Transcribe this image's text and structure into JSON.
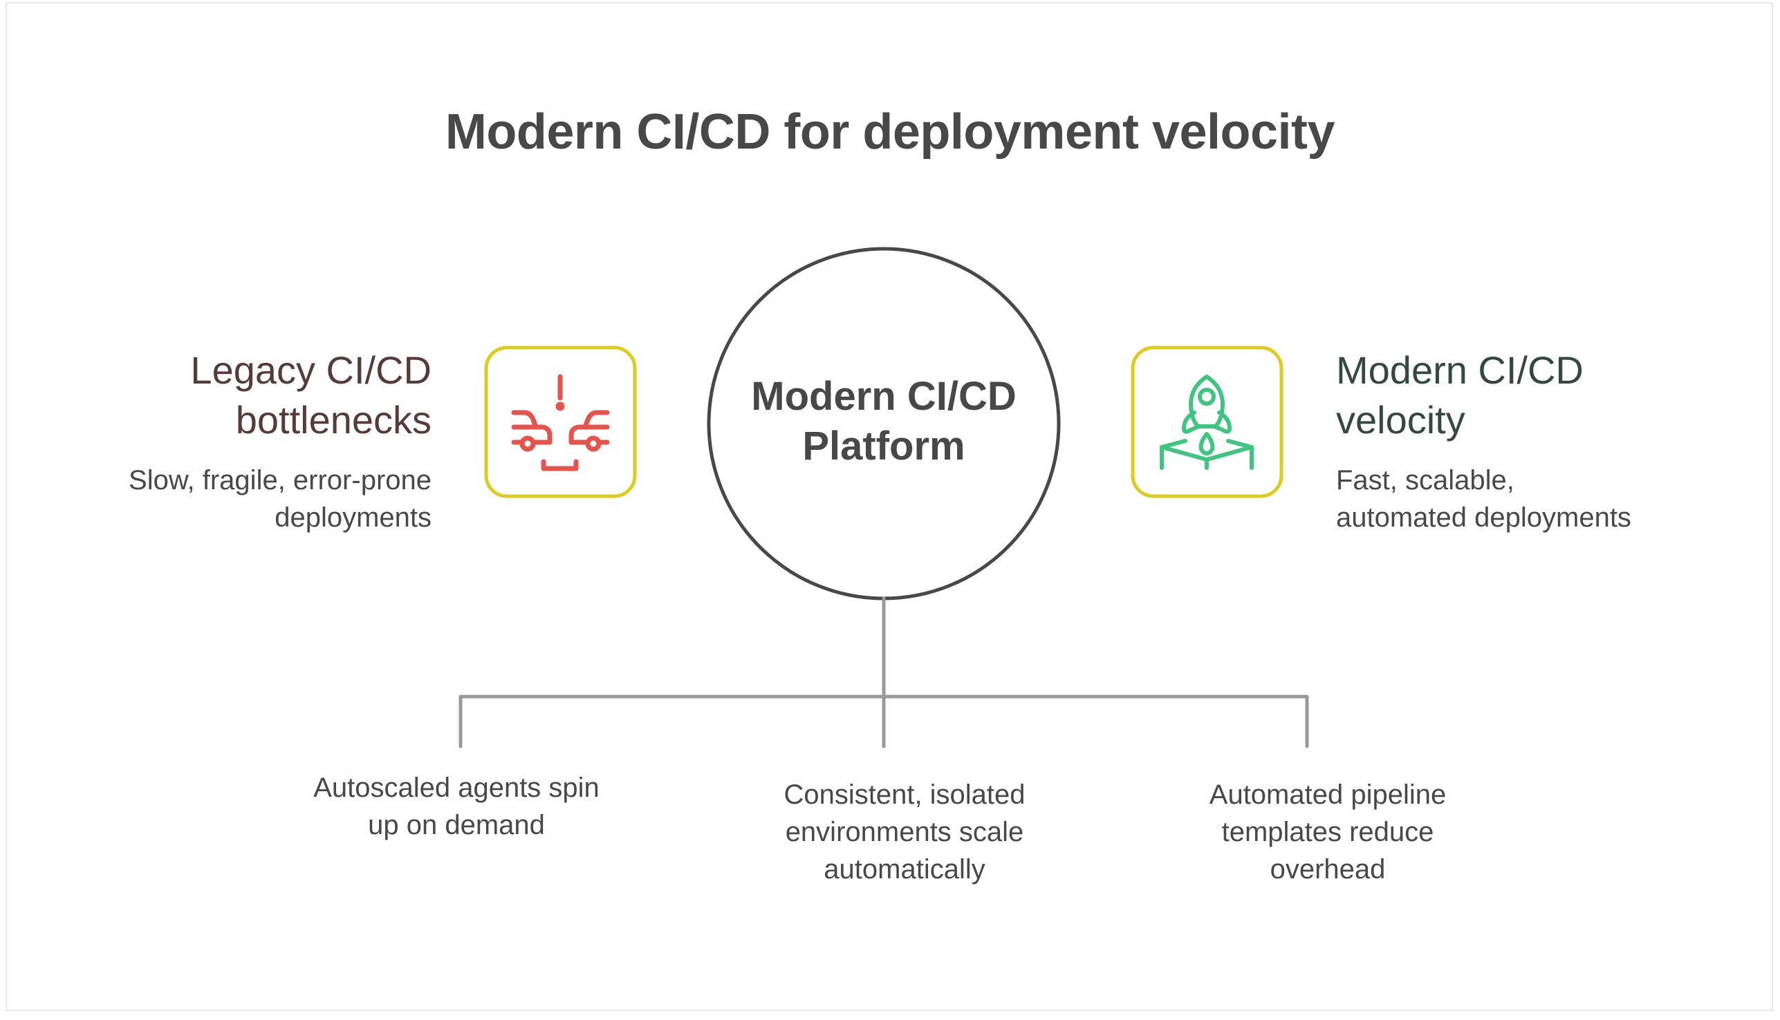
{
  "title": "Modern CI/CD for deployment velocity",
  "colors": {
    "icon_box_border": "#dccd1c",
    "legacy_icon": "#e5534b",
    "modern_icon": "#3ec57f",
    "circle_stroke": "#484848",
    "connector": "#999999",
    "legacy_title": "#553b3b",
    "modern_title": "#334840",
    "text": "#484848"
  },
  "center": {
    "label_line1": "Modern CI/CD",
    "label_line2": "Platform"
  },
  "left": {
    "title_line1": "Legacy CI/CD",
    "title_line2": "bottlenecks",
    "desc_line1": "Slow, fragile, error-prone",
    "desc_line2": "deployments",
    "icon": "traffic-jam-cars-warning-icon"
  },
  "right": {
    "title_line1": "Modern CI/CD",
    "title_line2": "velocity",
    "desc_line1": "Fast, scalable,",
    "desc_line2": "automated deployments",
    "icon": "rocket-launch-icon"
  },
  "branches": [
    {
      "line1": "Autoscaled agents spin",
      "line2": "up on demand",
      "line3": ""
    },
    {
      "line1": "Consistent, isolated",
      "line2": "environments scale",
      "line3": "automatically"
    },
    {
      "line1": "Automated pipeline",
      "line2": "templates reduce",
      "line3": "overhead"
    }
  ]
}
